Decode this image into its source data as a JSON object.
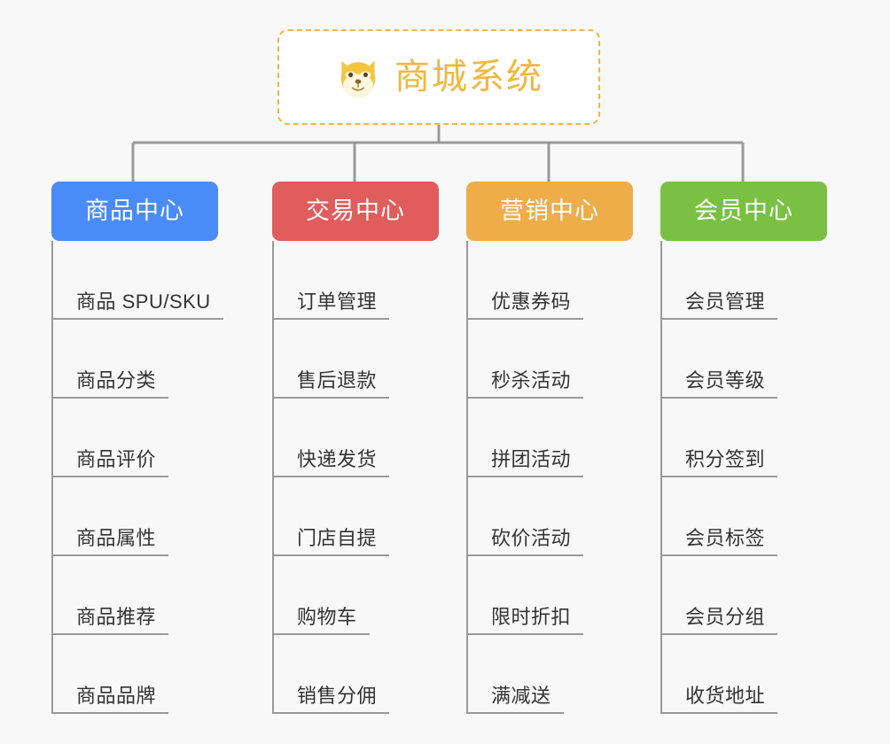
{
  "background_color": "#f8f8f8",
  "root": {
    "icon": "dog-face-emoji",
    "title": "商城系统",
    "border_color": "#f2b73d",
    "text_color": "#f2b73d",
    "background_color": "#ffffff"
  },
  "line_color": "#9a9a9a",
  "branches": [
    {
      "label": "商品中心",
      "color": "#4a8cf7",
      "items": [
        "商品 SPU/SKU",
        "商品分类",
        "商品评价",
        "商品属性",
        "商品推荐",
        "商品品牌"
      ]
    },
    {
      "label": "交易中心",
      "color": "#e15c5c",
      "items": [
        "订单管理",
        "售后退款",
        "快递发货",
        "门店自提",
        "购物车",
        "销售分佣"
      ]
    },
    {
      "label": "营销中心",
      "color": "#eead48",
      "items": [
        "优惠券码",
        "秒杀活动",
        "拼团活动",
        "砍价活动",
        "限时折扣",
        "满减送"
      ]
    },
    {
      "label": "会员中心",
      "color": "#7ac143",
      "items": [
        "会员管理",
        "会员等级",
        "积分签到",
        "会员标签",
        "会员分组",
        "收货地址"
      ]
    }
  ]
}
